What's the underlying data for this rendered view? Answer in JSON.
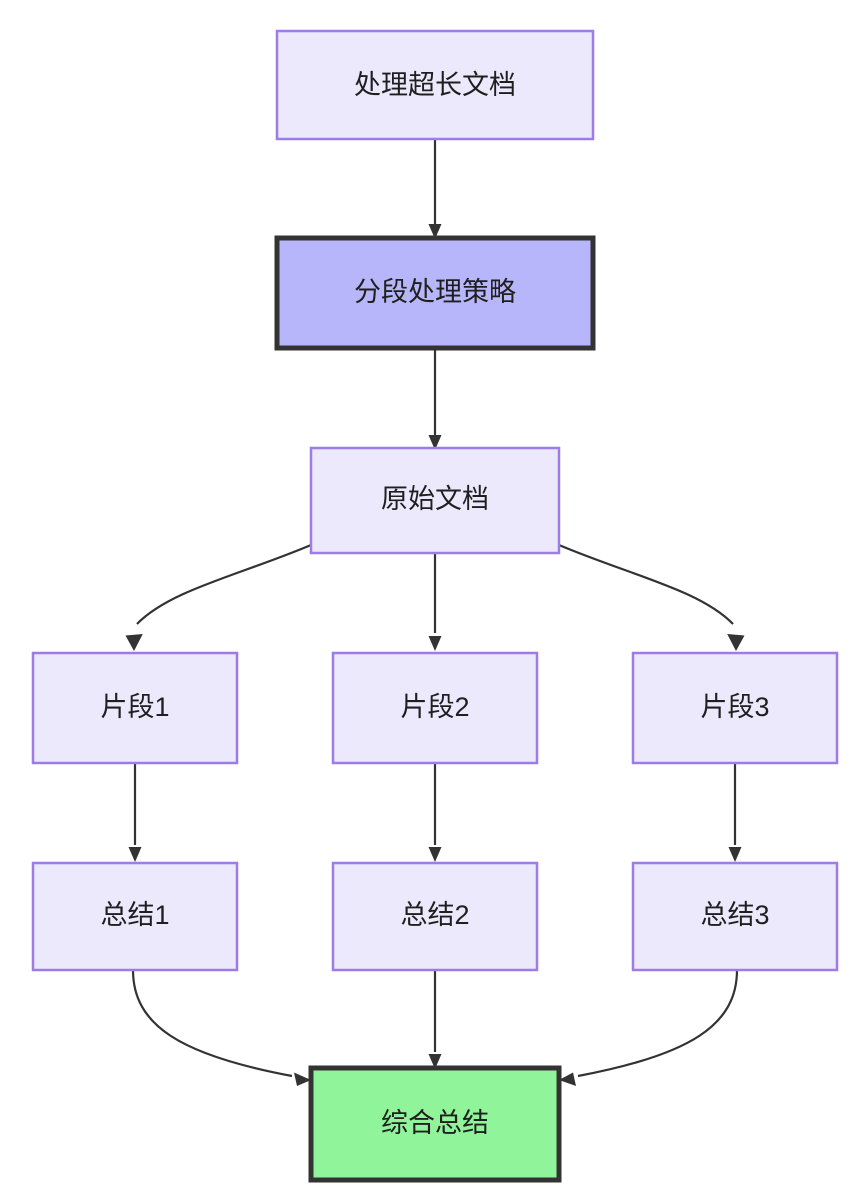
{
  "diagram": {
    "type": "flowchart",
    "direction": "top-down",
    "background_color": "#ffffff",
    "title": "",
    "palette": {
      "node_fill": "#ECE9FD",
      "node_stroke": "#9D7BE8",
      "highlight_fill": "#B7B6FA",
      "highlight_stroke": "#333333",
      "final_fill": "#90F59A",
      "final_stroke": "#333333",
      "edge_color": "#333333",
      "text_color": "#1f1f1f"
    },
    "nodes": [
      {
        "id": "n1",
        "label": "处理超长文档",
        "style": "default"
      },
      {
        "id": "n2",
        "label": "分段处理策略",
        "style": "highlight"
      },
      {
        "id": "n3",
        "label": "原始文档",
        "style": "default"
      },
      {
        "id": "n4",
        "label": "片段1",
        "style": "default"
      },
      {
        "id": "n5",
        "label": "片段2",
        "style": "default"
      },
      {
        "id": "n6",
        "label": "片段3",
        "style": "default"
      },
      {
        "id": "n7",
        "label": "总结1",
        "style": "default"
      },
      {
        "id": "n8",
        "label": "总结2",
        "style": "default"
      },
      {
        "id": "n9",
        "label": "总结3",
        "style": "default"
      },
      {
        "id": "n10",
        "label": "综合总结",
        "style": "final"
      }
    ],
    "edges": [
      {
        "from": "n1",
        "to": "n2",
        "label": "",
        "shape": "straight"
      },
      {
        "from": "n2",
        "to": "n3",
        "label": "",
        "shape": "straight"
      },
      {
        "from": "n3",
        "to": "n4",
        "label": "",
        "shape": "curved"
      },
      {
        "from": "n3",
        "to": "n5",
        "label": "",
        "shape": "straight"
      },
      {
        "from": "n3",
        "to": "n6",
        "label": "",
        "shape": "curved"
      },
      {
        "from": "n4",
        "to": "n7",
        "label": "",
        "shape": "straight"
      },
      {
        "from": "n5",
        "to": "n8",
        "label": "",
        "shape": "straight"
      },
      {
        "from": "n6",
        "to": "n9",
        "label": "",
        "shape": "straight"
      },
      {
        "from": "n7",
        "to": "n10",
        "label": "",
        "shape": "curved"
      },
      {
        "from": "n8",
        "to": "n10",
        "label": "",
        "shape": "straight"
      },
      {
        "from": "n9",
        "to": "n10",
        "label": "",
        "shape": "curved"
      }
    ]
  }
}
